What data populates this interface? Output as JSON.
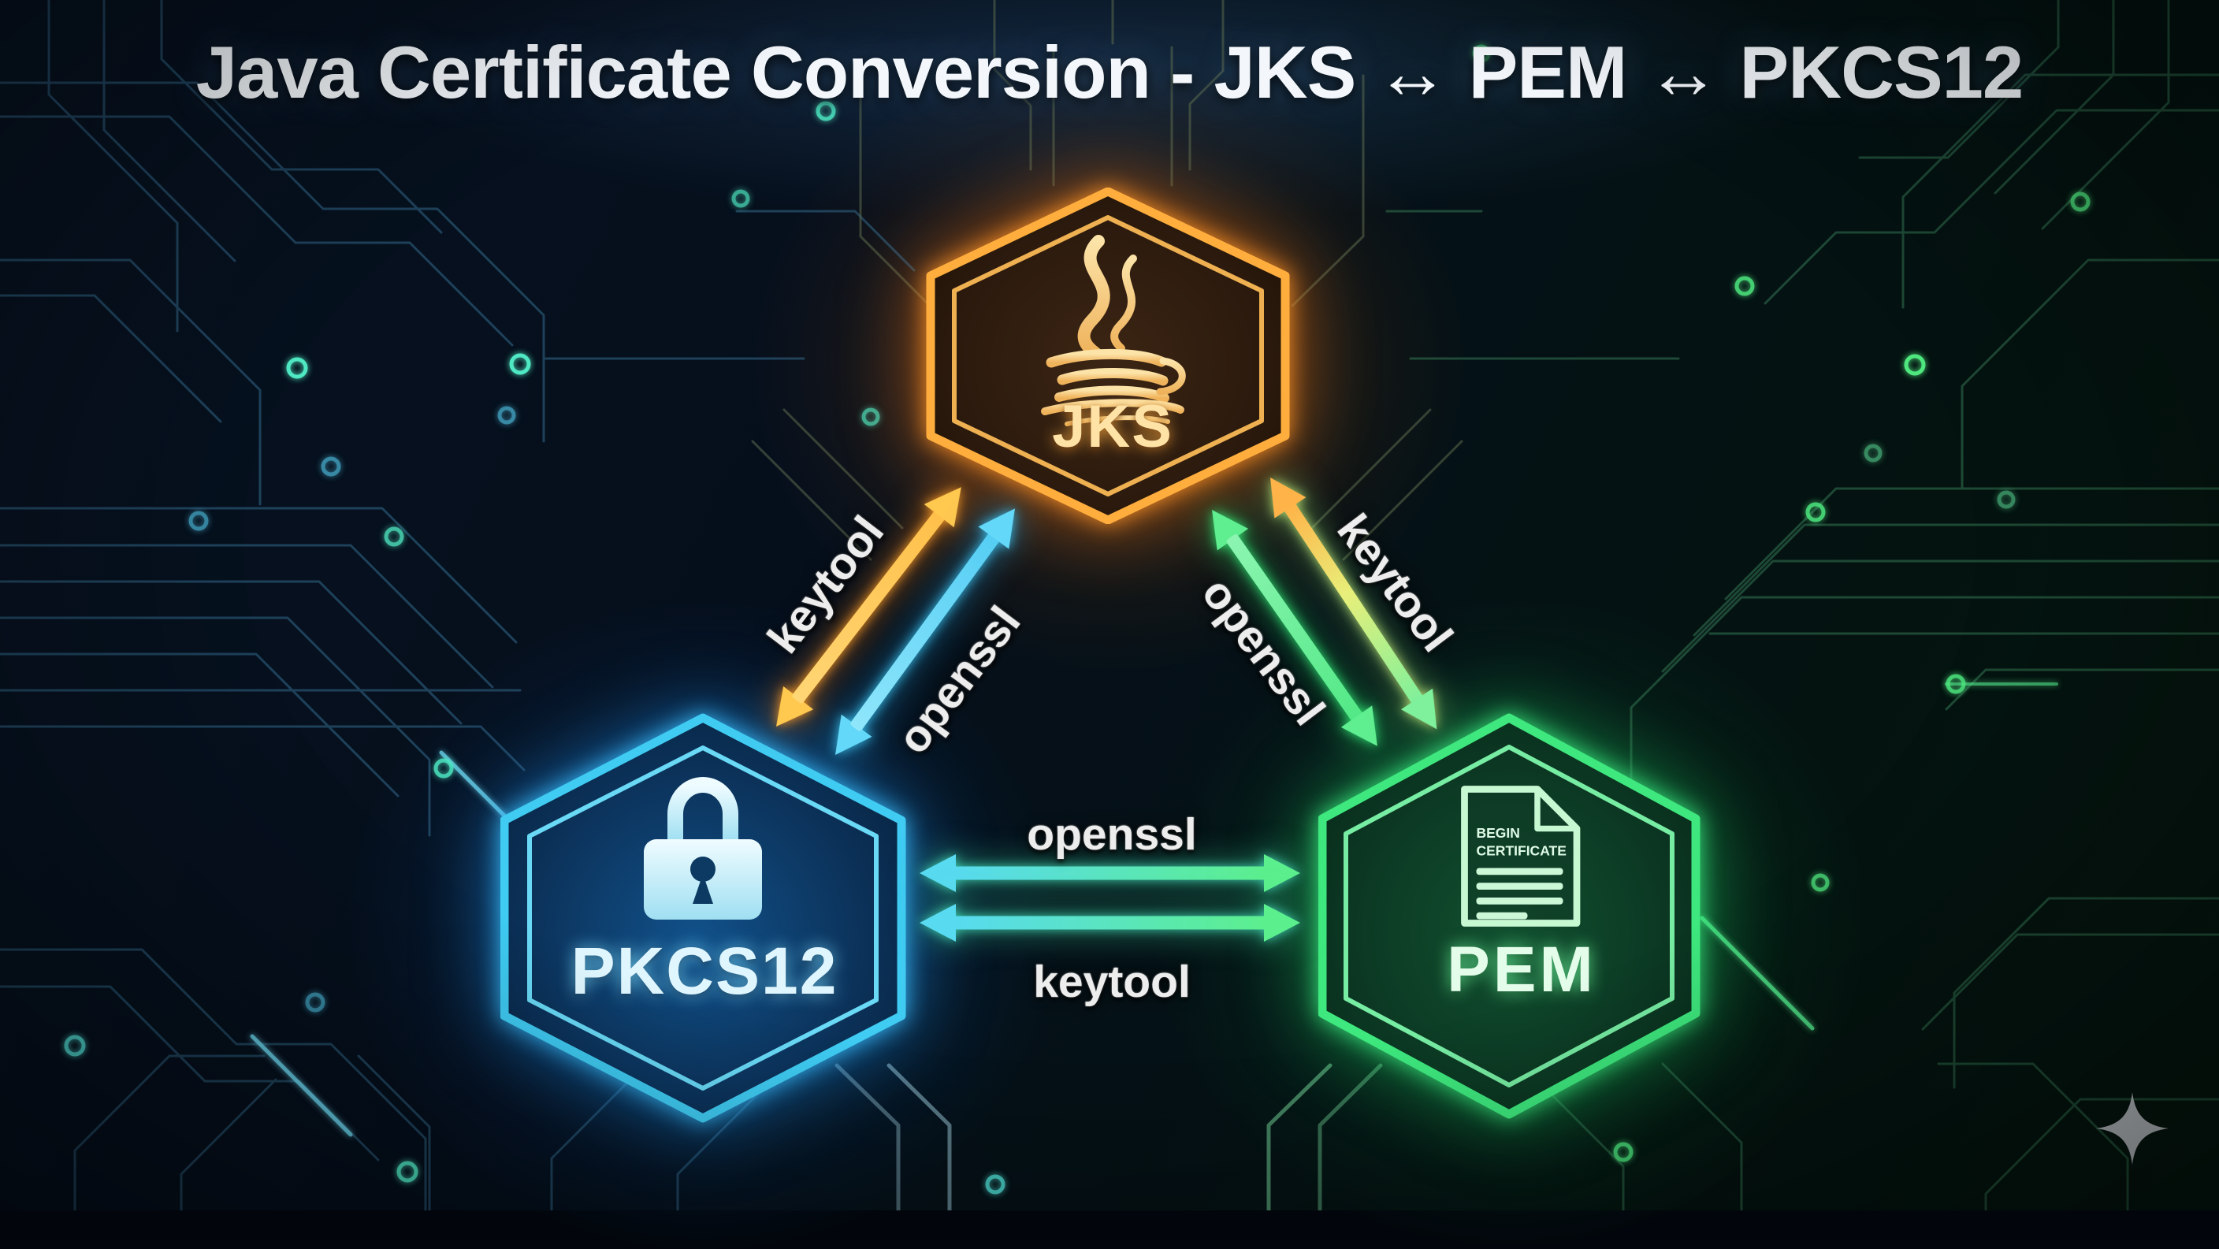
{
  "title": "Java Certificate Conversion - JKS ↔ PEM ↔ PKCS12",
  "diagram": {
    "nodes": [
      {
        "id": "jks",
        "label": "JKS",
        "icon": "java-coffee-cup-icon",
        "accent": "#FFAE3E"
      },
      {
        "id": "pkcs12",
        "label": "PKCS12",
        "icon": "padlock-icon",
        "accent": "#3FCBF2"
      },
      {
        "id": "pem",
        "label": "PEM",
        "icon": "certificate-file-icon",
        "accent": "#3EE87E",
        "file_text": {
          "line1": "BEGIN",
          "line2": "CERTIFICATE"
        }
      }
    ],
    "edges": [
      {
        "from": "PKCS12",
        "to": "JKS",
        "tool": "keytool",
        "color": "#FFC84E"
      },
      {
        "from": "PKCS12",
        "to": "JKS",
        "tool": "openssl",
        "color": "#64D8F8"
      },
      {
        "from": "JKS",
        "to": "PEM",
        "tool": "openssl",
        "color": "#5FEE90"
      },
      {
        "from": "JKS",
        "to": "PEM",
        "tool": "keytool",
        "color_start": "#FFB348",
        "color_end": "#7FF09B"
      },
      {
        "from": "PKCS12",
        "to": "PEM",
        "tool": "openssl",
        "color_start": "#58DAF0",
        "color_end": "#5CEF8D"
      },
      {
        "from": "PKCS12",
        "to": "PEM",
        "tool": "keytool",
        "color_start": "#58DAF0",
        "color_end": "#5CEF8D"
      }
    ]
  },
  "background": {
    "left_trace_color": "#2E5F7F",
    "right_trace_color": "#2E6B4C",
    "node_glow_color": "#4FE8C2"
  },
  "watermark": {
    "icon": "sparkle-icon",
    "color": "#C9CDD3"
  }
}
